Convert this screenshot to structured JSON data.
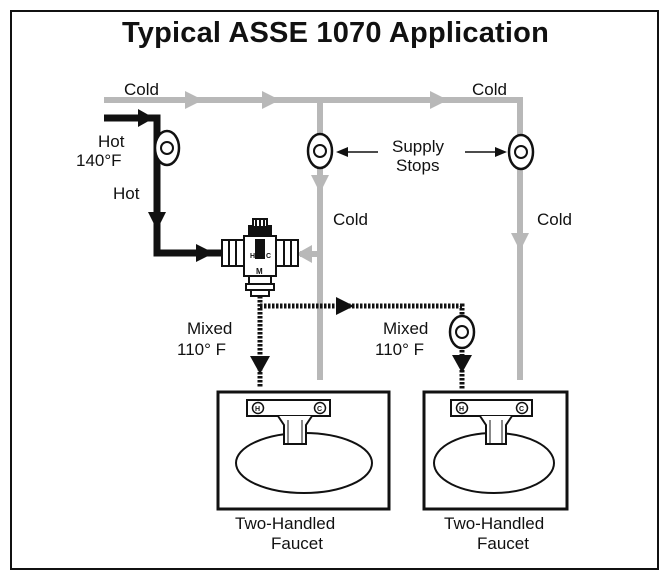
{
  "diagram": {
    "title": "Typical ASSE 1070 Application",
    "labels": {
      "cold_top_left": "Cold",
      "cold_top_right": "Cold",
      "hot_in_line1": "Hot",
      "hot_in_line2": "140°F",
      "hot_riser": "Hot",
      "supply_stops_line1": "Supply",
      "supply_stops_line2": "Stops",
      "cold_middle": "Cold",
      "cold_right": "Cold",
      "mixed_left_line1": "Mixed",
      "mixed_left_line2": "110° F",
      "mixed_right_line1": "Mixed",
      "mixed_right_line2": "110° F",
      "faucet_left_line1": "Two-Handled",
      "faucet_left_line2": "Faucet",
      "faucet_right_line1": "Two-Handled",
      "faucet_right_line2": "Faucet",
      "valve_port_h": "H",
      "valve_port_c": "C",
      "valve_port_m": "M",
      "handle_h": "H",
      "handle_c": "C"
    },
    "colors": {
      "cold_pipe": "#b8b8b8",
      "hot_pipe": "#111111",
      "mixed_pipe": "#111111",
      "outline": "#111111",
      "background": "#ffffff"
    }
  }
}
